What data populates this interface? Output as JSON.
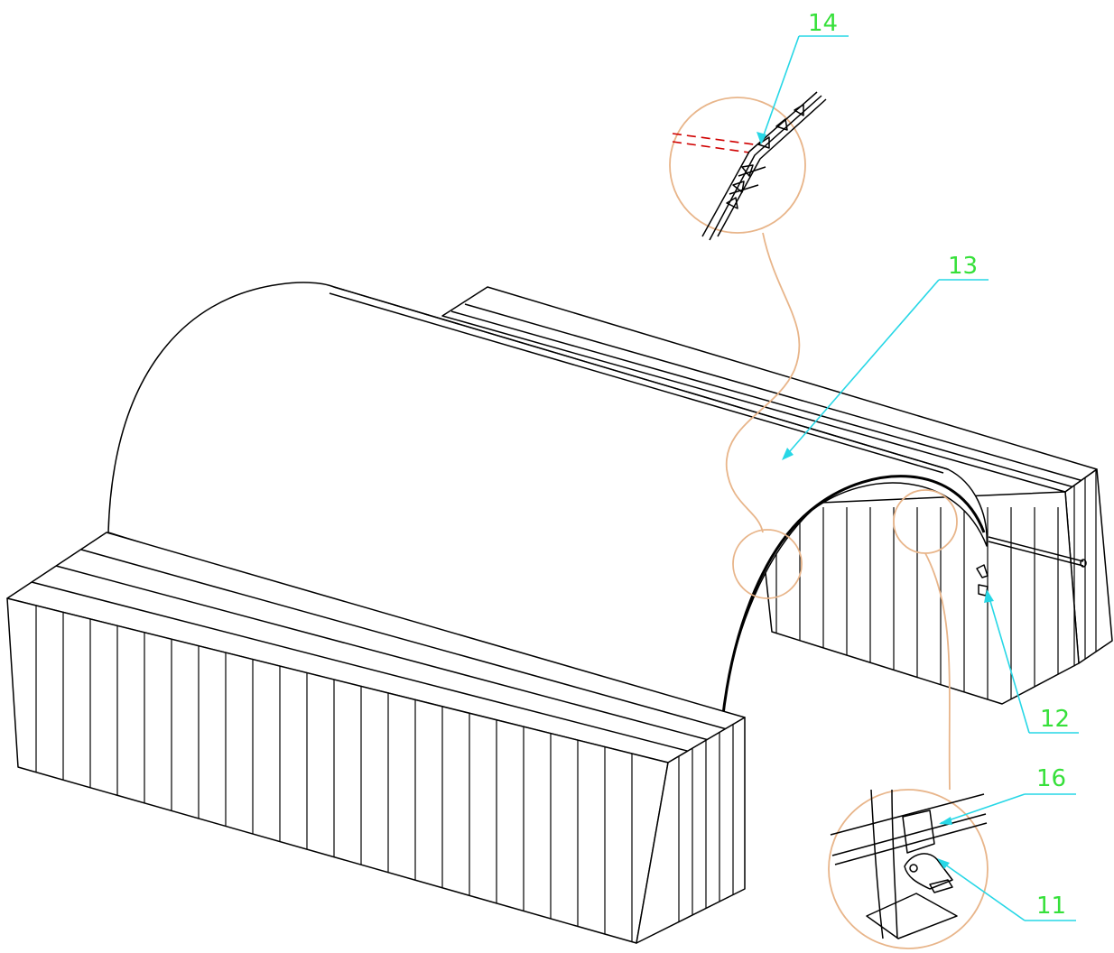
{
  "labels": {
    "l14": "14",
    "l13": "13",
    "l12": "12",
    "l16": "16",
    "l11": "11"
  },
  "colors": {
    "label_text": "#36e03a",
    "callout_line": "#27d7e6",
    "detail_circle": "#e8b58a",
    "hidden_line": "#d00000",
    "outline": "#000000"
  }
}
